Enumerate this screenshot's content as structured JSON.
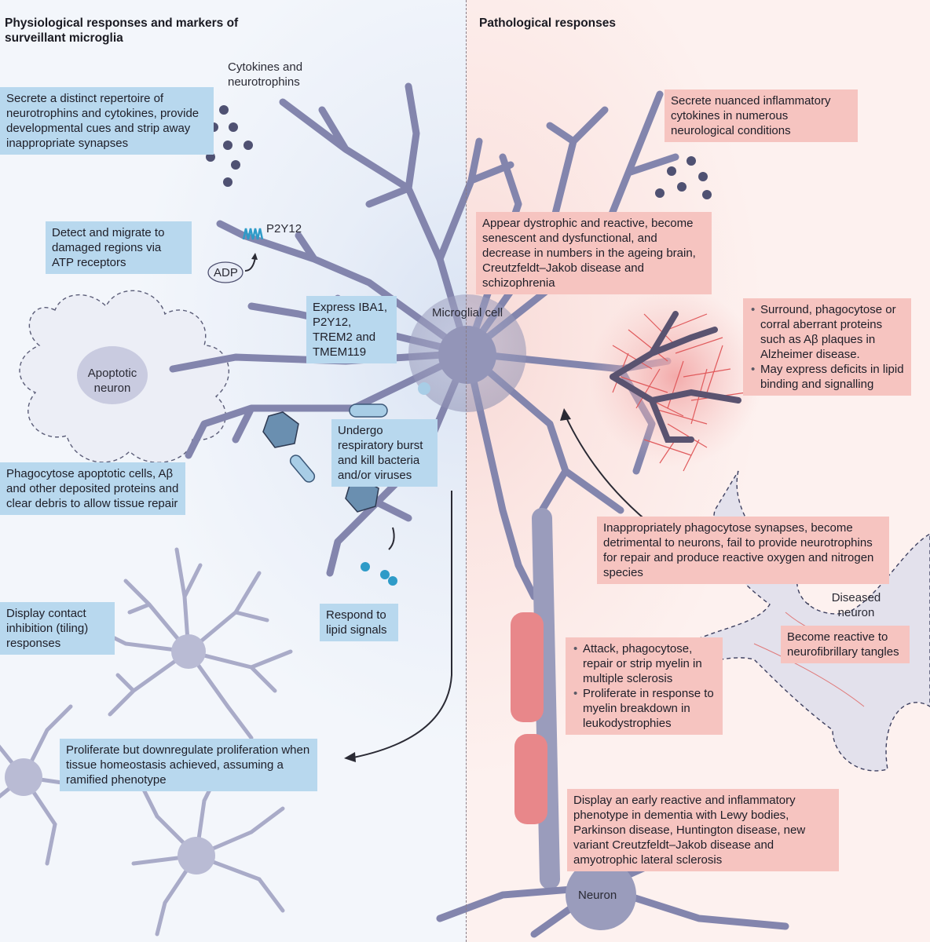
{
  "headings": {
    "left": "Physiological responses and markers of surveillant microglia",
    "right": "Pathological responses"
  },
  "labels": {
    "cytokines": "Cytokines and neurotrophins",
    "p2y12": "P2Y12",
    "adp": "ADP",
    "microglial_cell": "Microglial cell",
    "apoptotic_neuron": "Apoptotic neuron",
    "diseased_neuron": "Diseased neuron",
    "neuron": "Neuron"
  },
  "physiological": {
    "secrete_repertoire": "Secrete a distinct repertoire of neurotrophins and cytokines, provide developmental cues and strip away inappropriate synapses",
    "detect_migrate": "Detect and migrate to damaged regions via ATP receptors",
    "express_markers": "Express IBA1, P2Y12, TREM2 and TMEM119",
    "respiratory_burst": "Undergo respiratory burst and kill bacteria and/or viruses",
    "phagocytose_apoptotic": "Phagocytose apoptotic cells, Aβ and other deposited proteins and clear debris to allow tissue repair",
    "lipid_signals": "Respond to lipid signals",
    "contact_inhibition": "Display contact inhibition (tiling) responses",
    "proliferate_downregulate": "Proliferate but downregulate proliferation when tissue homeostasis achieved, assuming a ramified phenotype"
  },
  "pathological": {
    "secrete_nuanced": "Secrete nuanced inflammatory cytokines in numerous neurological conditions",
    "dystrophic": "Appear dystrophic and reactive, become senescent and dysfunctional, and decrease in numbers in the ageing brain, Creutzfeldt–Jakob disease and schizophrenia",
    "plaques_items": [
      "Surround, phagocytose or corral aberrant proteins such as Aβ plaques in Alzheimer disease.",
      "May express deficits in lipid binding and signalling"
    ],
    "synapses": "Inappropriately phagocytose synapses, become detrimental to neurons, fail to provide neurotrophins for repair and produce reactive oxygen and nitrogen species",
    "tangles": "Become reactive to neurofibrillary tangles",
    "myelin_items": [
      "Attack, phagocytose, repair or strip myelin in multiple sclerosis",
      "Proliferate in response to myelin breakdown in leukodystrophies"
    ],
    "early_reactive": "Display an early reactive and inflammatory phenotype in dementia with Lewy bodies, Parkinson disease, Huntington disease, new variant Creutzfeldt–Jakob disease and amyotrophic lateral sclerosis"
  },
  "colors": {
    "cell_body": "#9a9cbc",
    "process": "#8d8fb5",
    "blue_box": "#b8d8ee",
    "pink_box": "#f6c4c0",
    "myelin": "#e8878a",
    "plaque": "#e05a5c"
  }
}
